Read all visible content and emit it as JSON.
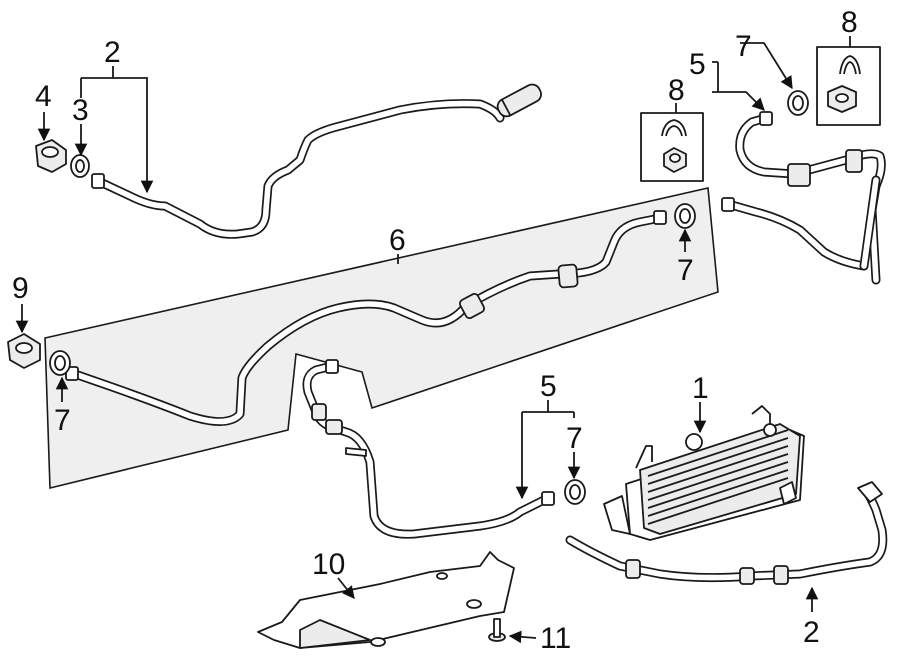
{
  "callouts": {
    "c1": "1",
    "c2_top": "2",
    "c2_bottom": "2",
    "c3": "3",
    "c4": "4",
    "c5_top": "5",
    "c5_mid": "5",
    "c6": "6",
    "c7_top": "7",
    "c7_right": "7",
    "c7_left": "7",
    "c7_mid": "7",
    "c8_left": "8",
    "c8_right": "8",
    "c9": "9",
    "c10": "10",
    "c11": "11"
  }
}
